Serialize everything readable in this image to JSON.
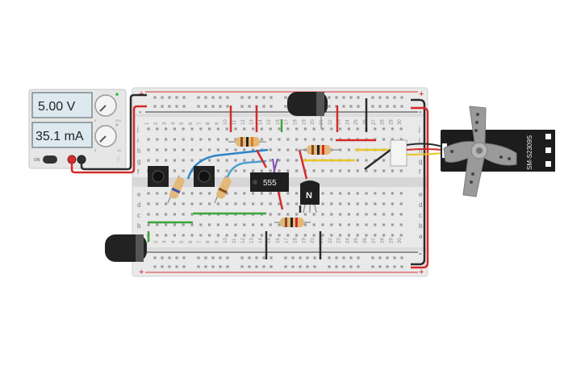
{
  "power_supply": {
    "voltage_display": "5.00 V",
    "current_display": "35.1 mA",
    "power_button_label": "ON",
    "knob_voltage_min": "0",
    "knob_voltage_max": "20V",
    "knob_current_min": "0",
    "knob_current_max": "2A"
  },
  "breadboard": {
    "rail_plus": "+",
    "rail_minus": "-",
    "row_letters_top": [
      "j",
      "i",
      "h",
      "g",
      "f"
    ],
    "row_letters_bottom": [
      "e",
      "d",
      "c",
      "b",
      "a"
    ],
    "column_numbers": [
      "1",
      "2",
      "3",
      "4",
      "5",
      "6",
      "7",
      "8",
      "9",
      "10",
      "11",
      "12",
      "13",
      "14",
      "15",
      "16",
      "17",
      "18",
      "19",
      "20",
      "21",
      "22",
      "23",
      "24",
      "25",
      "26",
      "27",
      "28",
      "29",
      "30"
    ]
  },
  "components": {
    "timer_ic_label": "555",
    "transistor_label": "N",
    "servo_model": "SM-S2309S"
  },
  "colors": {
    "wire_red": "#d42a2a",
    "wire_black": "#2b2b2b",
    "wire_green": "#3aa53a",
    "wire_blue": "#2d84c8",
    "wire_yellow": "#e8c626",
    "wire_purple": "#7d4fb0",
    "breadboard_body": "#e9e9e9",
    "display_bg": "#dde8ef"
  }
}
